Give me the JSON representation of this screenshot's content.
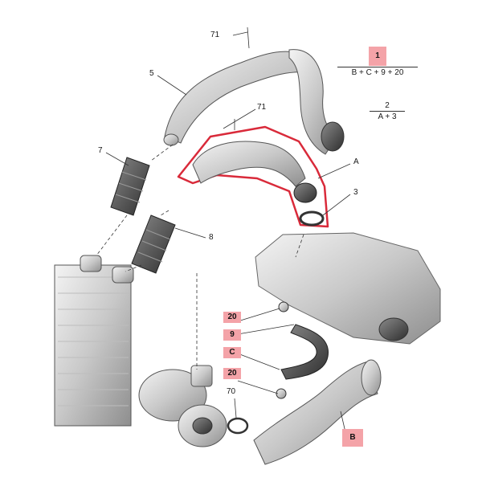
{
  "parts": {
    "p71a": "71",
    "p71b": "71",
    "p5": "5",
    "p7": "7",
    "p8": "8",
    "pA": "A",
    "p3": "3",
    "p70": "70"
  },
  "formulas": {
    "f1_num": "1",
    "f1_den": "B + C + 9 + 20",
    "f2_num": "2",
    "f2_den": "A + 3"
  },
  "tags": {
    "t20a": "20",
    "t9": "9",
    "tC": "C",
    "t20b": "20",
    "tB": "B"
  },
  "colors": {
    "highlight": "#d92a3a",
    "tag": "#f4a3a8"
  }
}
